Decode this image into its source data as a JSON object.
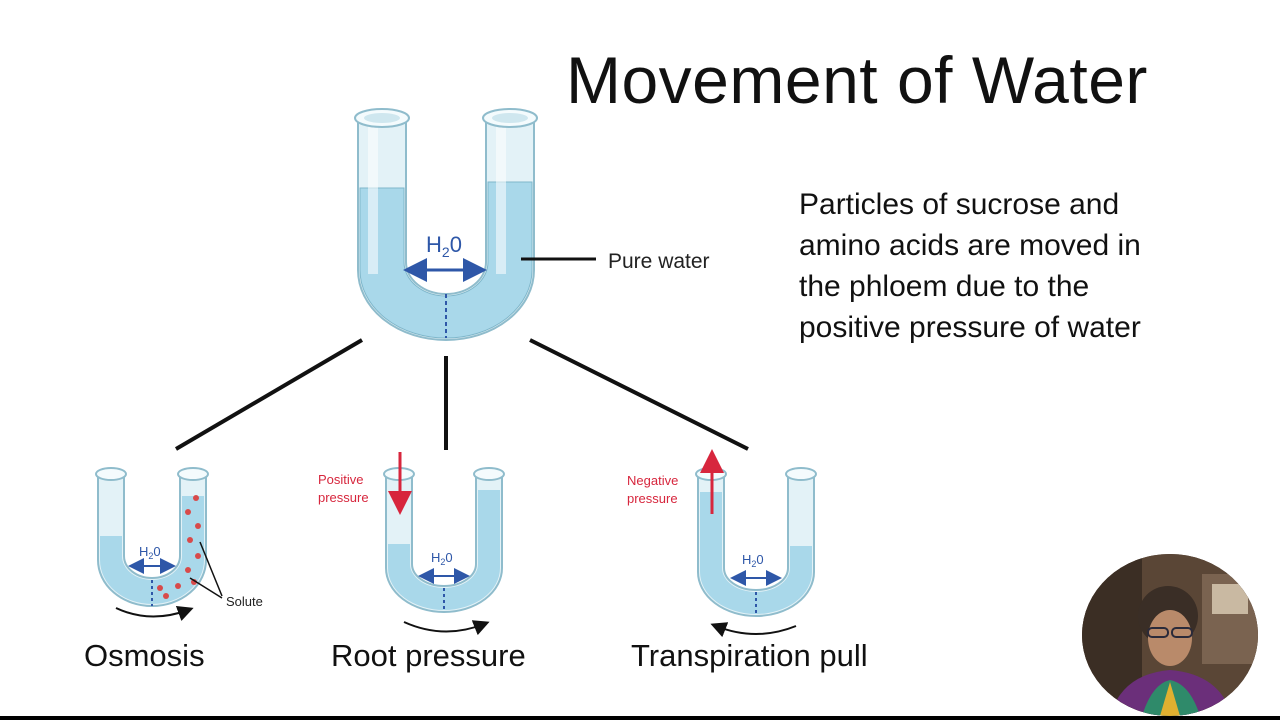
{
  "slide": {
    "title": "Movement of Water",
    "body_lines": [
      "Particles of sucrose and",
      "amino acids are moved in",
      "the phloem due to the",
      "positive pressure of water"
    ]
  },
  "diagram": {
    "main_tube": {
      "molecule_label": "H",
      "molecule_sub": "2",
      "molecule_suffix": "0",
      "callout": "Pure water"
    },
    "small_tubes": [
      {
        "molecule_label": "H",
        "molecule_sub": "2",
        "molecule_suffix": "0",
        "annotation": "Solute",
        "caption": "Osmosis"
      },
      {
        "molecule_label": "H",
        "molecule_sub": "2",
        "molecule_suffix": "0",
        "annotation_line1": "Positive",
        "annotation_line2": "pressure",
        "caption": "Root pressure"
      },
      {
        "molecule_label": "H",
        "molecule_sub": "2",
        "molecule_suffix": "0",
        "annotation_line1": "Negative",
        "annotation_line2": "pressure",
        "caption": "Transpiration pull"
      }
    ]
  },
  "colors": {
    "water": "#a9d8ea",
    "glass": "#d6eef6",
    "arrow_blue": "#2e57a8",
    "pressure_red": "#d7263d",
    "solute_red": "#d84a4a"
  }
}
